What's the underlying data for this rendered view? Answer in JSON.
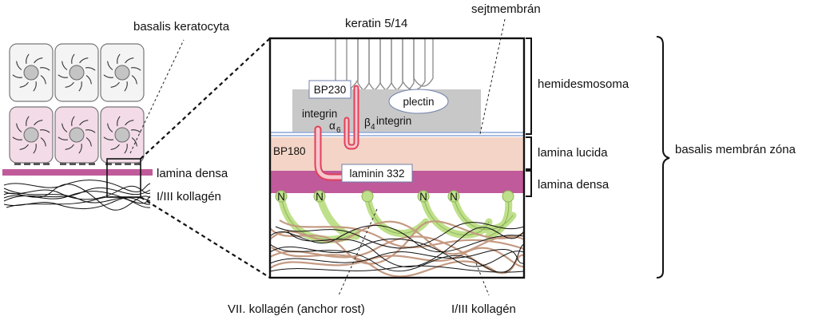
{
  "labels": {
    "basal_keratocyte": "basalis keratocyta",
    "lamina_densa_left": "lamina densa",
    "collagen_left": "I/III kollagén",
    "keratin": "keratin 5/14",
    "cell_membrane": "sejtmembrán",
    "bp230": "BP230",
    "plectin": "plectin",
    "integrin": "integrin",
    "alpha": "α",
    "alpha_sub": "6",
    "beta": "β",
    "beta_sub": "4",
    "beta_integrin": "integrin",
    "bp180": "BP180",
    "laminin": "laminin 332",
    "n_label": "N",
    "hemidesmosome": "hemidesmosoma",
    "lamina_lucida": "lamina lucida",
    "lamina_densa_right": "lamina densa",
    "bmz": "basalis membrán zóna",
    "collagen_vii": "VII. kollagén (anchor rost)",
    "collagen_right": "I/III kollagén"
  },
  "colors": {
    "cell_top": "#f4f4f4",
    "cell_bottom": "#f3dbe8",
    "nucleus": "#c4c4c4",
    "lamina_densa": "#c05a9a",
    "lamina_lucida": "#f3d4c6",
    "hemidesmosome": "#c8c8c8",
    "anchor_fibril": "#bfe08a",
    "collagen_brown": "#c49a82",
    "integrin_red": "#e0415a"
  }
}
